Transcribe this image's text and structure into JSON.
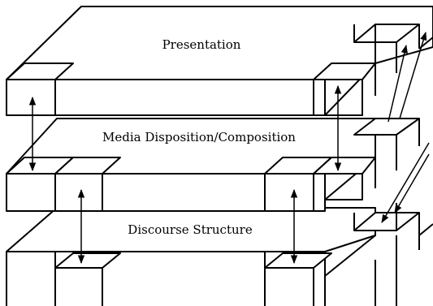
{
  "layers": {
    "top": {
      "label": "Presentation"
    },
    "middle": {
      "label": "Media Disposition/Composition"
    },
    "bottom": {
      "label": "Discourse Structure"
    }
  },
  "colors": {
    "stroke": "#000000",
    "background": "#ffffff"
  }
}
